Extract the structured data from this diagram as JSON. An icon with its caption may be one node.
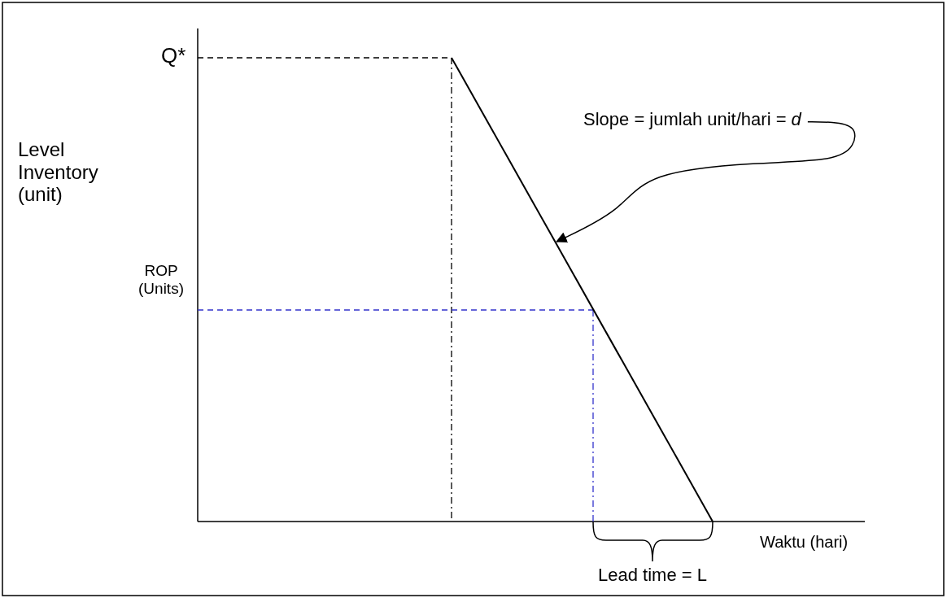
{
  "diagram": {
    "nodes": [
      {
        "text": [
          "Slope = jumlah unit/hari = *d*"
        ]
      },
      {
        "text": [],
        "shape": "line"
      }
    ],
    "edges": [
      {
        "from": 0,
        "to": 1,
        "arrow": "to"
      }
    ],
    "labels": [
      "Q*",
      "Level Inventory (unit)",
      "ROP (Units)",
      "Waktu (hari)",
      "Lead time = L"
    ]
  }
}
